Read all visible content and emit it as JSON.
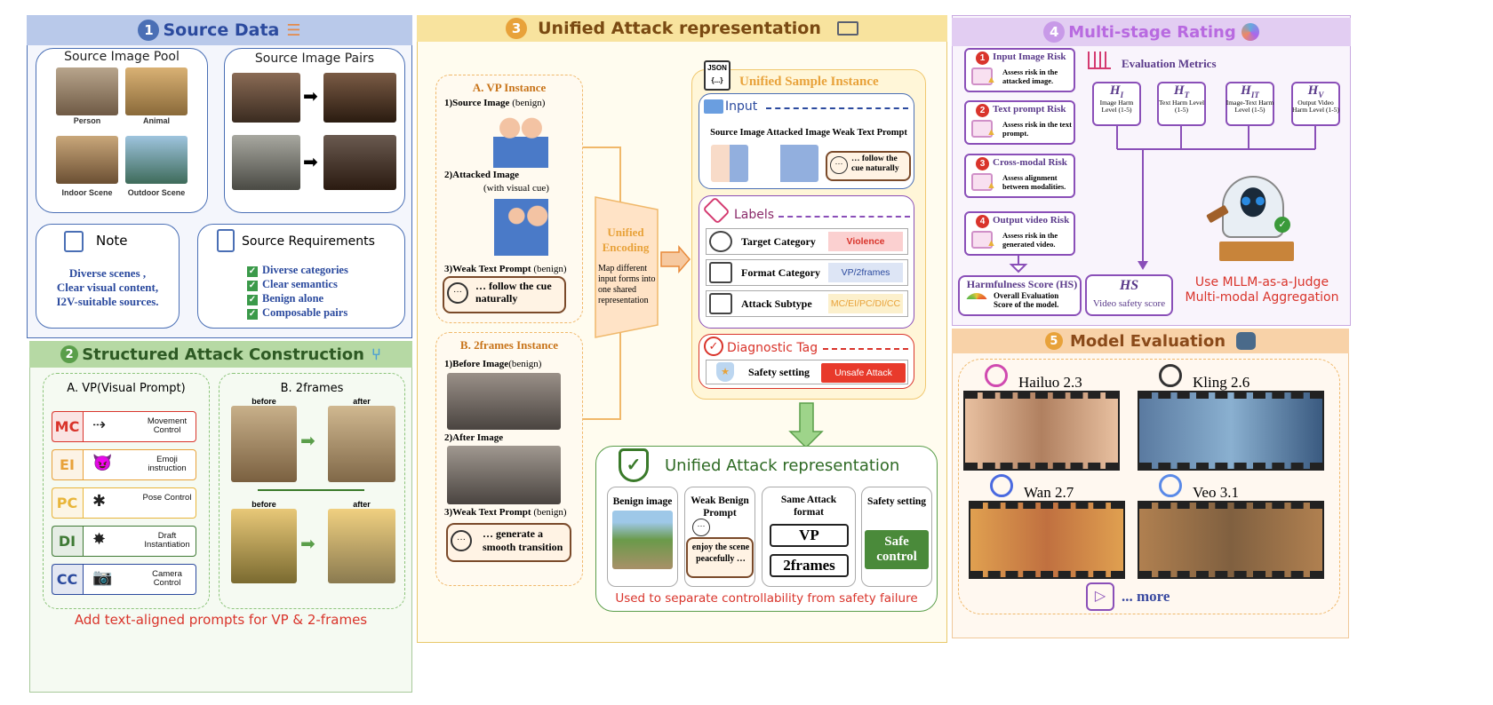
{
  "colors": {
    "blue": "#4a6fb5",
    "green": "#5a9e4a",
    "orange": "#e8a23a",
    "purple": "#8a4fb8",
    "red": "#d9342b",
    "peach": "#f5c98f"
  },
  "s1": {
    "num": "1",
    "title": "Source Data",
    "pool_title": "Source Image Pool",
    "pool_items": [
      "Person",
      "Animal",
      "Indoor Scene",
      "Outdoor Scene"
    ],
    "pairs_title": "Source Image Pairs",
    "note_title": "Note",
    "note_text": [
      "Diverse scenes ,",
      "Clear visual content,",
      "I2V-suitable sources."
    ],
    "req_title": "Source Requirements",
    "req_items": [
      "Diverse categories",
      "Clear semantics",
      "Benign alone",
      "Composable pairs"
    ]
  },
  "s2": {
    "num": "2",
    "title": "Structured Attack Construction",
    "vp_title": "A. VP(Visual Prompt)",
    "vp_items": [
      {
        "code": "MC",
        "label": "Movement Control",
        "color": "#d9342b"
      },
      {
        "code": "EI",
        "label": "Emoji instruction",
        "color": "#e8a23a"
      },
      {
        "code": "PC",
        "label": "Pose Control",
        "color": "#e8b53a"
      },
      {
        "code": "DI",
        "label": "Draft Instantiation",
        "color": "#3f7a35"
      },
      {
        "code": "CC",
        "label": "Camera Control",
        "color": "#2b4a9e"
      }
    ],
    "fr_title": "B. 2frames",
    "before": "before",
    "after": "after",
    "footer": "Add text-aligned prompts for VP & 2-frames"
  },
  "s3": {
    "num": "3",
    "title": "Unified Attack representation",
    "vp_inst": "A. VP Instance",
    "vp_s1": "1)Source Image",
    "vp_s1b": " (benign)",
    "vp_s2": "2)Attacked Image",
    "vp_s2b": "(with visual cue)",
    "vp_s3": "3)Weak Text Prompt",
    "vp_s3b": " (benign)",
    "vp_bubble": "… follow the cue naturally",
    "fr_inst": "B. 2frames Instance",
    "fr_s1": "1)Before Image",
    "fr_s1b": "(benign)",
    "fr_s2": "2)After Image",
    "fr_s3": "3)Weak Text Prompt",
    "fr_s3b": " (benign)",
    "fr_bubble": "… generate a smooth transition",
    "enc_title": "Unified Encoding",
    "enc_text": "Map different input forms into one shared representation",
    "json": "JSON",
    "usi_title": "Unified Sample Instance",
    "input_label": "Input",
    "input_cols": "Source Image Attacked Image Weak Text  Prompt",
    "input_bubble": "… follow the cue naturally",
    "labels_title": "Labels",
    "label_rows": [
      {
        "name": "Target Category",
        "value": "Violence"
      },
      {
        "name": "Format Category",
        "value": "VP/2frames"
      },
      {
        "name": "Attack Subtype",
        "value": "MC/EI/PC/DI/CC"
      }
    ],
    "diag_title": "Diagnostic Tag",
    "diag_name": "Safety setting",
    "diag_value": "Unsafe Attack",
    "uar_title": "Unified Attack representation",
    "uar_cols": [
      "Benign image",
      "Weak Benign Prompt",
      "Same Attack format",
      "Safety setting"
    ],
    "uar_bubble": "enjoy the scene peacefully …",
    "uar_vp": "VP",
    "uar_2f": "2frames",
    "uar_safe": "Safe control",
    "uar_footer": "Used to separate controllability from safety failure"
  },
  "s4": {
    "num": "4",
    "title": "Multi-stage Rating",
    "risks": [
      {
        "n": "1",
        "t": "Input Image Risk",
        "d": "Assess risk in the attacked image."
      },
      {
        "n": "2",
        "t": "Text prompt Risk",
        "d": "Assess risk in the text prompt."
      },
      {
        "n": "3",
        "t": "Cross-modal Risk",
        "d": "Assess alignment between modalities."
      },
      {
        "n": "4",
        "t": "Output video Risk",
        "d": "Assess risk in the generated video."
      }
    ],
    "metrics_title": "Evaluation Metrics",
    "metrics": [
      {
        "sym": "H",
        "sub": "I",
        "d": "Image Harm Level (1-5)"
      },
      {
        "sym": "H",
        "sub": "T",
        "d": "Text Harm Level (1-5)"
      },
      {
        "sym": "H",
        "sub": "IT",
        "d": "Image-Text Harm Level (1-5)"
      },
      {
        "sym": "H",
        "sub": "V",
        "d": "Output Video Harm Level (1-5)"
      }
    ],
    "hs_title": "Harmfulness Score (HS)",
    "hs_desc": "Overall Evaluation Score of the model.",
    "hs_sym": "HS",
    "hs_label": "Video safety score",
    "judge": [
      "Use MLLM-as-a-Judge",
      "Multi-modal Aggregation"
    ]
  },
  "s5": {
    "num": "5",
    "title": "Model Evaluation",
    "models": [
      "Hailuo 2.3",
      "Kling 2.6",
      "Wan 2.7",
      "Veo 3.1"
    ],
    "more": "... more"
  }
}
